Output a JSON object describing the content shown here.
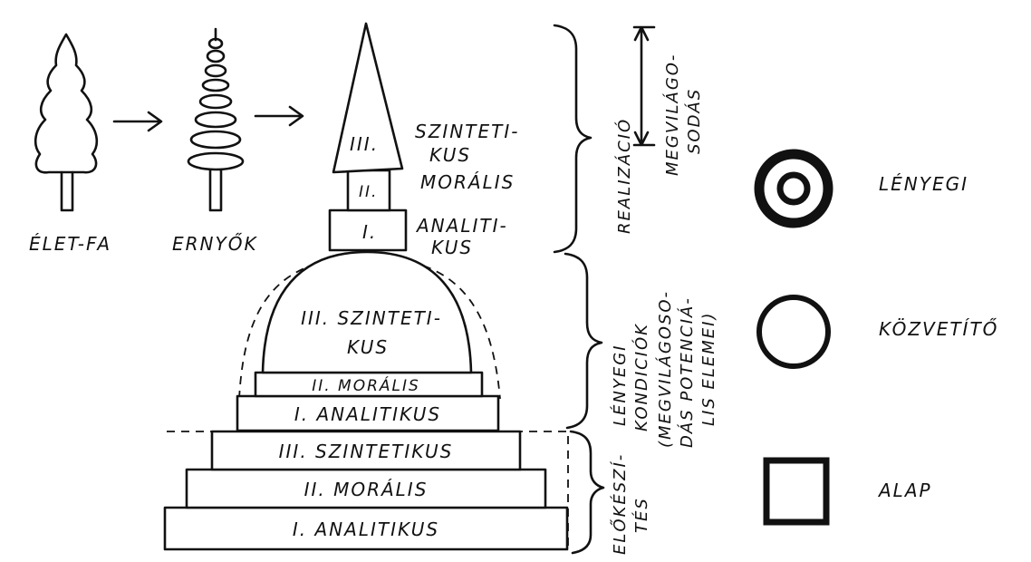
{
  "top": {
    "tree_label": "ÉLET-FA",
    "umbrella_label": "ERNYŐK"
  },
  "spire": {
    "tier3_num": "III.",
    "tier2_num": "II.",
    "tier1_num": "I.",
    "side_labels": [
      "SZINTETI-",
      "KUS",
      "MORÁLIS",
      "ANALITI-",
      "KUS"
    ]
  },
  "dome": {
    "line1": "III. SZINTETI-",
    "line2": "KUS",
    "band2": "II. MORÁLIS",
    "band1": "I. ANALITIKUS"
  },
  "base": {
    "step3": "III. SZINTETIKUS",
    "step2": "II. MORÁLIS",
    "step1": "I. ANALITIKUS"
  },
  "brackets": {
    "top_line1": "REALIZÁCIÓ",
    "top_line2a": "MEGVILÁGO-",
    "top_line2b": "SODÁS",
    "mid_line1": "LÉNYEGI",
    "mid_line2": "KONDICIÓK",
    "mid_line3": "(MEGVILÁGOSO-",
    "mid_line4": "DÁS POTENCIÁ-",
    "mid_line5": "LIS ELEMEI)",
    "bottom_line1": "ELŐKÉSZÍ-",
    "bottom_line2": "TÉS"
  },
  "legend": {
    "items": [
      {
        "symbol": "double-circle",
        "label": "LÉNYEGI"
      },
      {
        "symbol": "circle",
        "label": "KÖZVETÍTŐ"
      },
      {
        "symbol": "square",
        "label": "ALAP"
      }
    ]
  }
}
